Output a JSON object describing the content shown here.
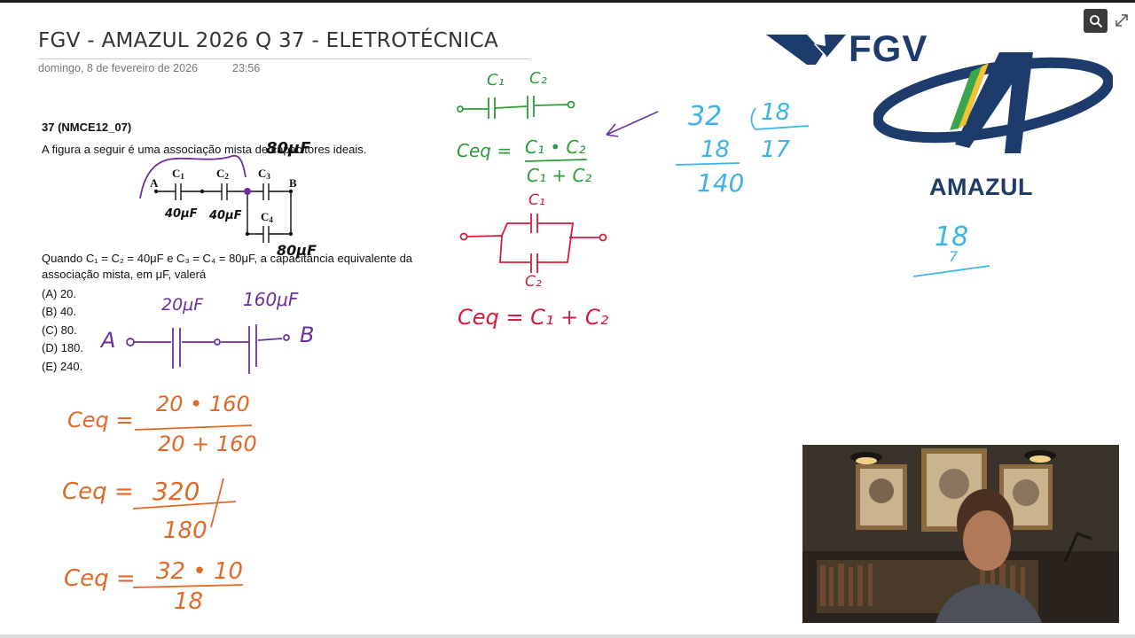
{
  "note": {
    "title": "FGV - AMAZUL 2026 Q 37 - ELETROTÉCNICA",
    "date": "domingo, 8 de fevereiro de 2026",
    "time": "23:56"
  },
  "question": {
    "id": "37 (NMCE12_07)",
    "text": "A figura a seguir é uma associação mista de capacitores ideais.",
    "prompt": "Quando C₁ = C₂ = 40μF e C₃ = C₄ = 80μF, a capacitância equivalente da associação mista, em μF, valerá",
    "options": [
      "(A) 20.",
      "(B) 40.",
      "(C) 80.",
      "(D) 180.",
      "(E) 240."
    ]
  },
  "circuit": {
    "node_a": "A",
    "node_b": "B",
    "c1": "C",
    "c1_sub": "1",
    "c2": "C",
    "c2_sub": "2",
    "c3": "C",
    "c3_sub": "3",
    "c4": "C",
    "c4_sub": "4"
  },
  "annotations": {
    "purple": {
      "top_value": "80μF",
      "c1_value": "40μF",
      "c2_value": "40μF",
      "c4_value": "80μF",
      "left_value": "20μF",
      "right_value": "160μF",
      "node_a": "A",
      "node_b": "B"
    },
    "orange": {
      "eq1_lhs": "Ceq =",
      "eq1_num": "20 • 160",
      "eq1_den": "20 + 160",
      "eq2_lhs": "Ceq =",
      "eq2_num": "320",
      "eq2_den": "180",
      "eq3_lhs": "Ceq =",
      "eq3_num": "32 • 10",
      "eq3_den": "18"
    },
    "green": {
      "label_c1": "C₁",
      "label_c2": "C₂",
      "formula_lhs": "Ceq =",
      "formula_num": "C₁ • C₂",
      "formula_den": "C₁ + C₂"
    },
    "red": {
      "label_c1": "C₁",
      "label_c2": "C₂",
      "formula": "Ceq = C₁ + C₂"
    },
    "blue": {
      "dividend": "32",
      "divisor": "18",
      "quotient": "17",
      "subtract": "18",
      "remainder": "140",
      "mult_top": "18",
      "mult_bottom": "7"
    }
  },
  "logos": {
    "fgv": "FGV",
    "amazul": "AMAZUL"
  },
  "icons": {
    "search": "search-icon",
    "expand": "expand-icon"
  },
  "colors": {
    "purple_ink": "#6b2fa0",
    "orange_ink": "#e06a2a",
    "green_ink": "#2e9b3c",
    "red_ink": "#d01e3c",
    "blue_ink": "#3eb4e6",
    "fgv_blue": "#1d3b6b"
  }
}
